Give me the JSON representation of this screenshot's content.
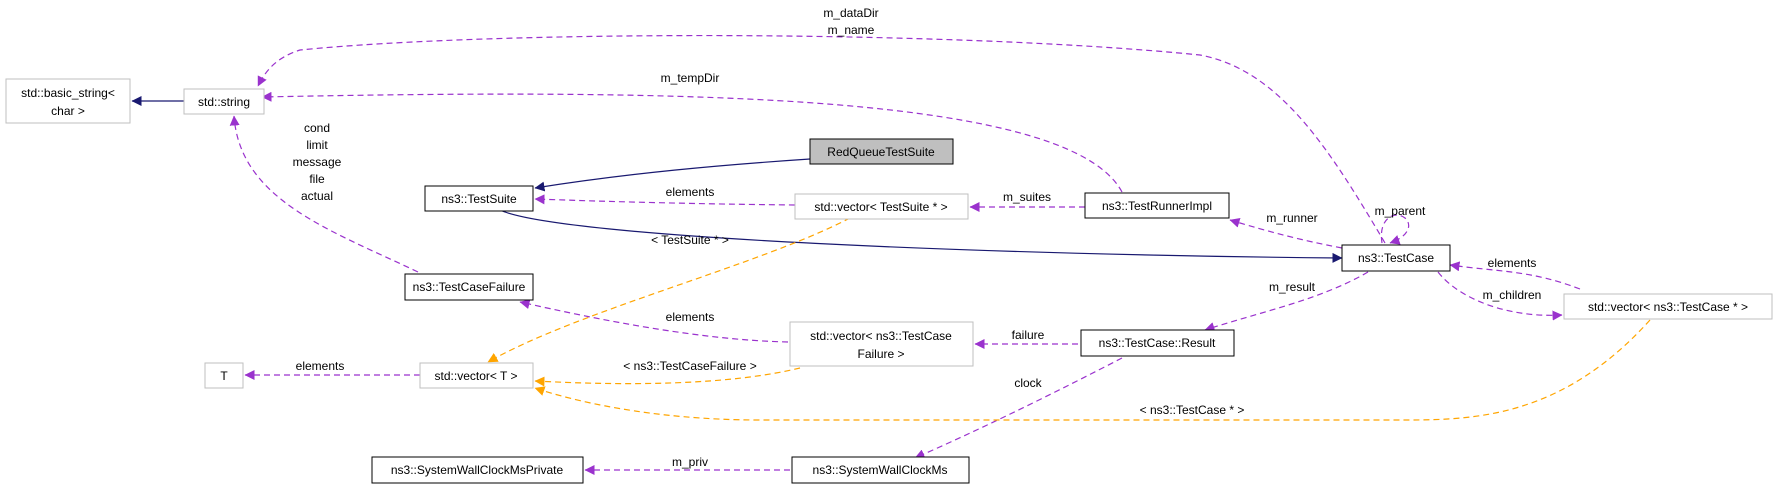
{
  "colors": {
    "inheritance": "#191970",
    "usage": "#9a32cd",
    "template": "#ffa500",
    "node_border_solid": "#000000",
    "node_border_muted": "#bfbfbf",
    "highlight_fill": "#bfbfbf"
  },
  "nodes": {
    "basic_string": {
      "line1": "std::basic_string<",
      "line2": "char >"
    },
    "string": {
      "label": "std::string"
    },
    "red_queue": {
      "label": "RedQueueTestSuite"
    },
    "test_suite": {
      "label": "ns3::TestSuite"
    },
    "vector_testsuite": {
      "label": "std::vector< TestSuite * >"
    },
    "test_runner_impl": {
      "label": "ns3::TestRunnerImpl"
    },
    "test_case": {
      "label": "ns3::TestCase"
    },
    "vector_testcase": {
      "label": "std::vector< ns3::TestCase * >"
    },
    "test_case_failure": {
      "label": "ns3::TestCaseFailure"
    },
    "vector_tcf": {
      "line1": "std::vector< ns3::TestCase",
      "line2": "Failure >"
    },
    "test_case_result": {
      "label": "ns3::TestCase::Result"
    },
    "t": {
      "label": "T"
    },
    "vector_t": {
      "label": "std::vector< T >"
    },
    "swc_private": {
      "label": "ns3::SystemWallClockMsPrivate"
    },
    "swc": {
      "label": "ns3::SystemWallClockMs"
    }
  },
  "edge_labels": {
    "data_dir": "m_dataDir",
    "name": "m_name",
    "temp_dir": "m_tempDir",
    "failure_fields": [
      "cond",
      "limit",
      "message",
      "file",
      "actual"
    ],
    "elements_suites": "elements",
    "suites": "m_suites",
    "tpl_testsuite": "< TestSuite * >",
    "parent": "m_parent",
    "runner": "m_runner",
    "elements_cases": "elements",
    "result": "m_result",
    "children": "m_children",
    "elements_failures": "elements",
    "failure": "failure",
    "elements_t": "elements",
    "tpl_failure": "< ns3::TestCaseFailure >",
    "clock": "clock",
    "tpl_testcase": "< ns3::TestCase * >",
    "priv": "m_priv"
  }
}
